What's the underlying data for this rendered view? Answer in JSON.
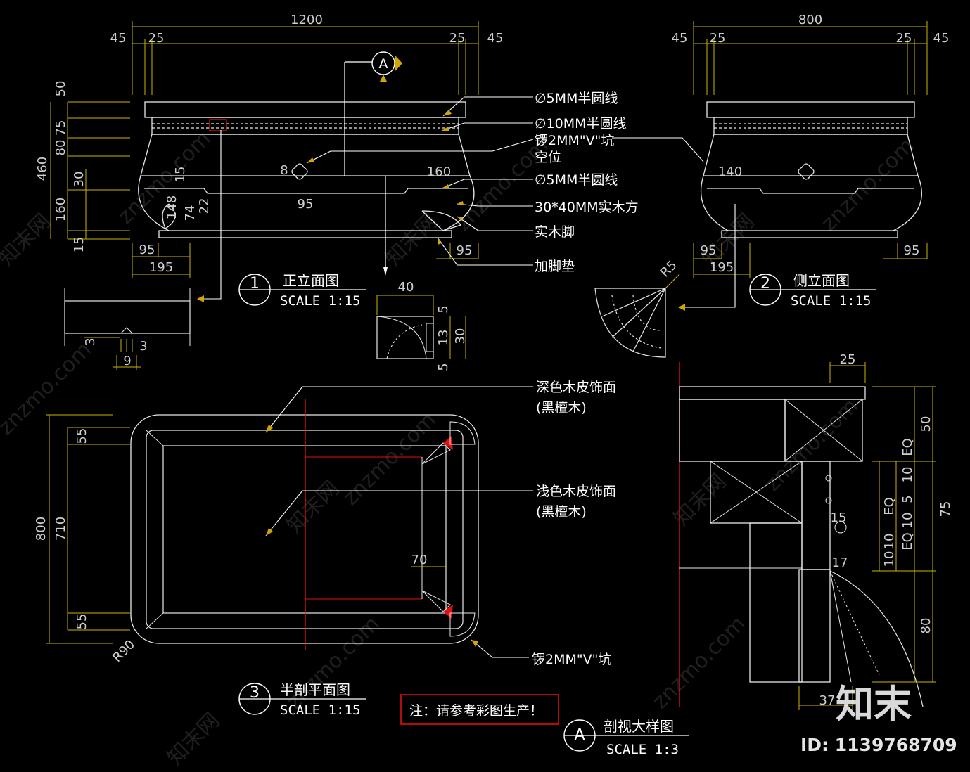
{
  "front_view": {
    "dims_top": [
      "1200",
      "45",
      "25",
      "25",
      "45"
    ],
    "dims_left": [
      "50",
      "75",
      "80",
      "460",
      "30",
      "160",
      "15"
    ],
    "dims_inner": [
      "8",
      "15",
      "160",
      "95",
      "148",
      "74",
      "22"
    ],
    "dims_bottom": [
      "95",
      "195",
      "95"
    ],
    "section_marker": "A",
    "view_number": "1",
    "title": "正立面图",
    "scale": "SCALE 1:15"
  },
  "callouts": [
    "∅5MM半圆线",
    "∅10MM半圆线",
    "锣2MM\"V\"坑",
    "空位",
    "∅5MM半圆线",
    "30*40MM实木方",
    "实木脚",
    "加脚垫"
  ],
  "side_view": {
    "dims_top": [
      "800",
      "45",
      "25",
      "25",
      "45"
    ],
    "dims_inner": [
      "140"
    ],
    "dims_bottom": [
      "95",
      "195",
      "95"
    ],
    "radius_label": "R5",
    "view_number": "2",
    "title": "侧立面图",
    "scale": "SCALE 1:15"
  },
  "details": {
    "groove_dims": [
      "3",
      "3",
      "9"
    ],
    "profile_dims": [
      "40",
      "5",
      "13",
      "30",
      "5"
    ]
  },
  "plan_view": {
    "dims_left": [
      "800",
      "710",
      "55",
      "55"
    ],
    "inner_dim": "70",
    "radius_label": "R90",
    "view_number": "3",
    "title": "半剖平面图",
    "scale": "SCALE 1:15"
  },
  "plan_callouts": {
    "dark_veneer": "深色木皮饰面",
    "dark_veneer_sub": "(黑檀木)",
    "light_veneer": "浅色木皮饰面",
    "light_veneer_sub": "(黑檀木)",
    "groove": "锣2MM\"V\"坑"
  },
  "note": "注：请参考彩图生产！",
  "section_detail": {
    "dims_right": [
      "50",
      "EQ",
      "10",
      "5",
      "10",
      "EQ",
      "EQ",
      "10",
      "10",
      "75",
      "80"
    ],
    "dims_top": [
      "25"
    ],
    "dims_inner": [
      "15",
      "17",
      "37"
    ],
    "marker": "A",
    "title": "剖视大样图",
    "scale": "SCALE 1:3"
  },
  "watermarks": {
    "brand": "知末",
    "id": "ID: 1139768709",
    "site": "znzmo.com",
    "site_cn": "知末网"
  },
  "colors": {
    "background": "#000000",
    "dim_line": "#c8b400",
    "red": "#e01010",
    "white": "#ffffff",
    "callout_bg": "#ffffff"
  }
}
